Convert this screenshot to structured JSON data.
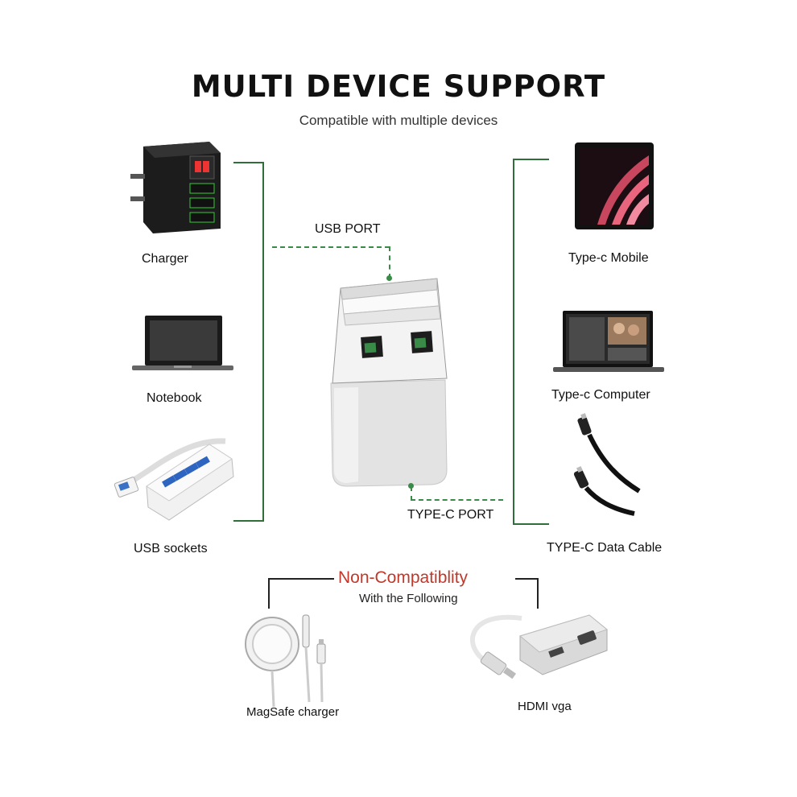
{
  "header": {
    "title": "MULTI DEVICE SUPPORT",
    "subtitle": "Compatible with multiple devices"
  },
  "left_devices": [
    {
      "label": "Charger",
      "icon": "wall-charger-icon"
    },
    {
      "label": "Notebook",
      "icon": "laptop-icon"
    },
    {
      "label": "USB sockets",
      "icon": "usb-hub-icon"
    }
  ],
  "right_devices": [
    {
      "label": "Type-c Mobile",
      "icon": "smartphone-icon"
    },
    {
      "label": "Type-c Computer",
      "icon": "laptop-display-icon"
    },
    {
      "label": "TYPE-C Data Cable",
      "icon": "usb-c-cable-icon"
    }
  ],
  "adapter": {
    "usb_port_label": "USB PORT",
    "typec_port_label": "TYPE-C PORT"
  },
  "non_compat": {
    "title": "Non-Compatiblity",
    "subtitle": "With the Following",
    "items": [
      {
        "label": "MagSafe charger",
        "icon": "magsafe-charger-icon"
      },
      {
        "label": "HDMI vga",
        "icon": "hdmi-vga-adapter-icon"
      }
    ]
  },
  "colors": {
    "accent_line": "#2f6f3a",
    "dashed": "#3a8a48",
    "warning_title": "#c0392b"
  }
}
